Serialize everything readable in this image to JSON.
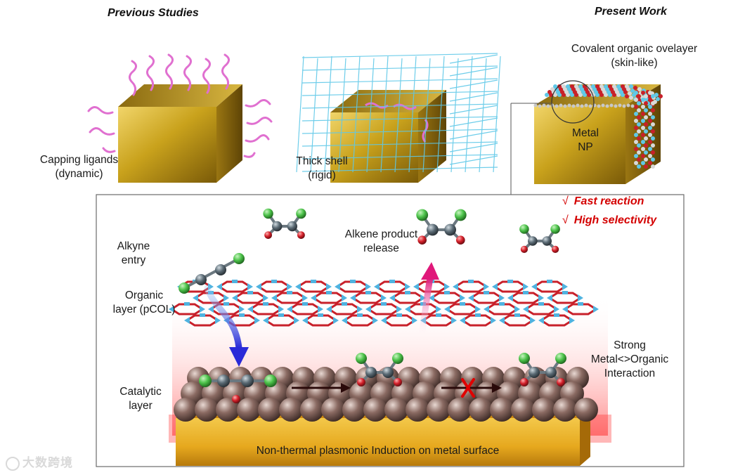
{
  "headings": {
    "previous": "Previous Studies",
    "present": "Present Work"
  },
  "top_panels": {
    "capping": {
      "line1": "Capping ligands",
      "line2": "(dynamic)"
    },
    "shell": {
      "line1": "Thick shell",
      "line2": "(rigid)"
    },
    "overlayer": {
      "line1": "Covalent organic ovelayer",
      "line2": "(skin-like)"
    },
    "metal_np": {
      "line1": "Metal",
      "line2": "NP"
    }
  },
  "main_panel": {
    "checks": [
      "Fast reaction",
      "High selectivity"
    ],
    "alkyne_entry": {
      "line1": "Alkyne",
      "line2": "entry"
    },
    "alkene_release": {
      "line1": "Alkene product",
      "line2": "release"
    },
    "organic_layer": {
      "line1": "Organic",
      "line2": "layer (pCOL)"
    },
    "catalytic_layer": {
      "line1": "Catalytic",
      "line2": "layer"
    },
    "interaction": {
      "line1": "Strong",
      "line2": "Metal<>Organic",
      "line3": "Interaction"
    },
    "base_label": "Non-thermal plasmonic Induction on metal surface"
  },
  "watermark": "大数跨境",
  "colors": {
    "gold": "#c9a21c",
    "ligand": "#e070d0",
    "shell": "#5fc8e8",
    "framework_blue": "#4fb3e0",
    "framework_red": "#c8202a",
    "atom_carbon": "#5a6a74",
    "atom_chlorine": "#4cc24a",
    "atom_oxygen": "#d4202a",
    "metal_atom": "#8a6a62",
    "check_red": "#d40000",
    "glow_red": "#ff3030"
  }
}
